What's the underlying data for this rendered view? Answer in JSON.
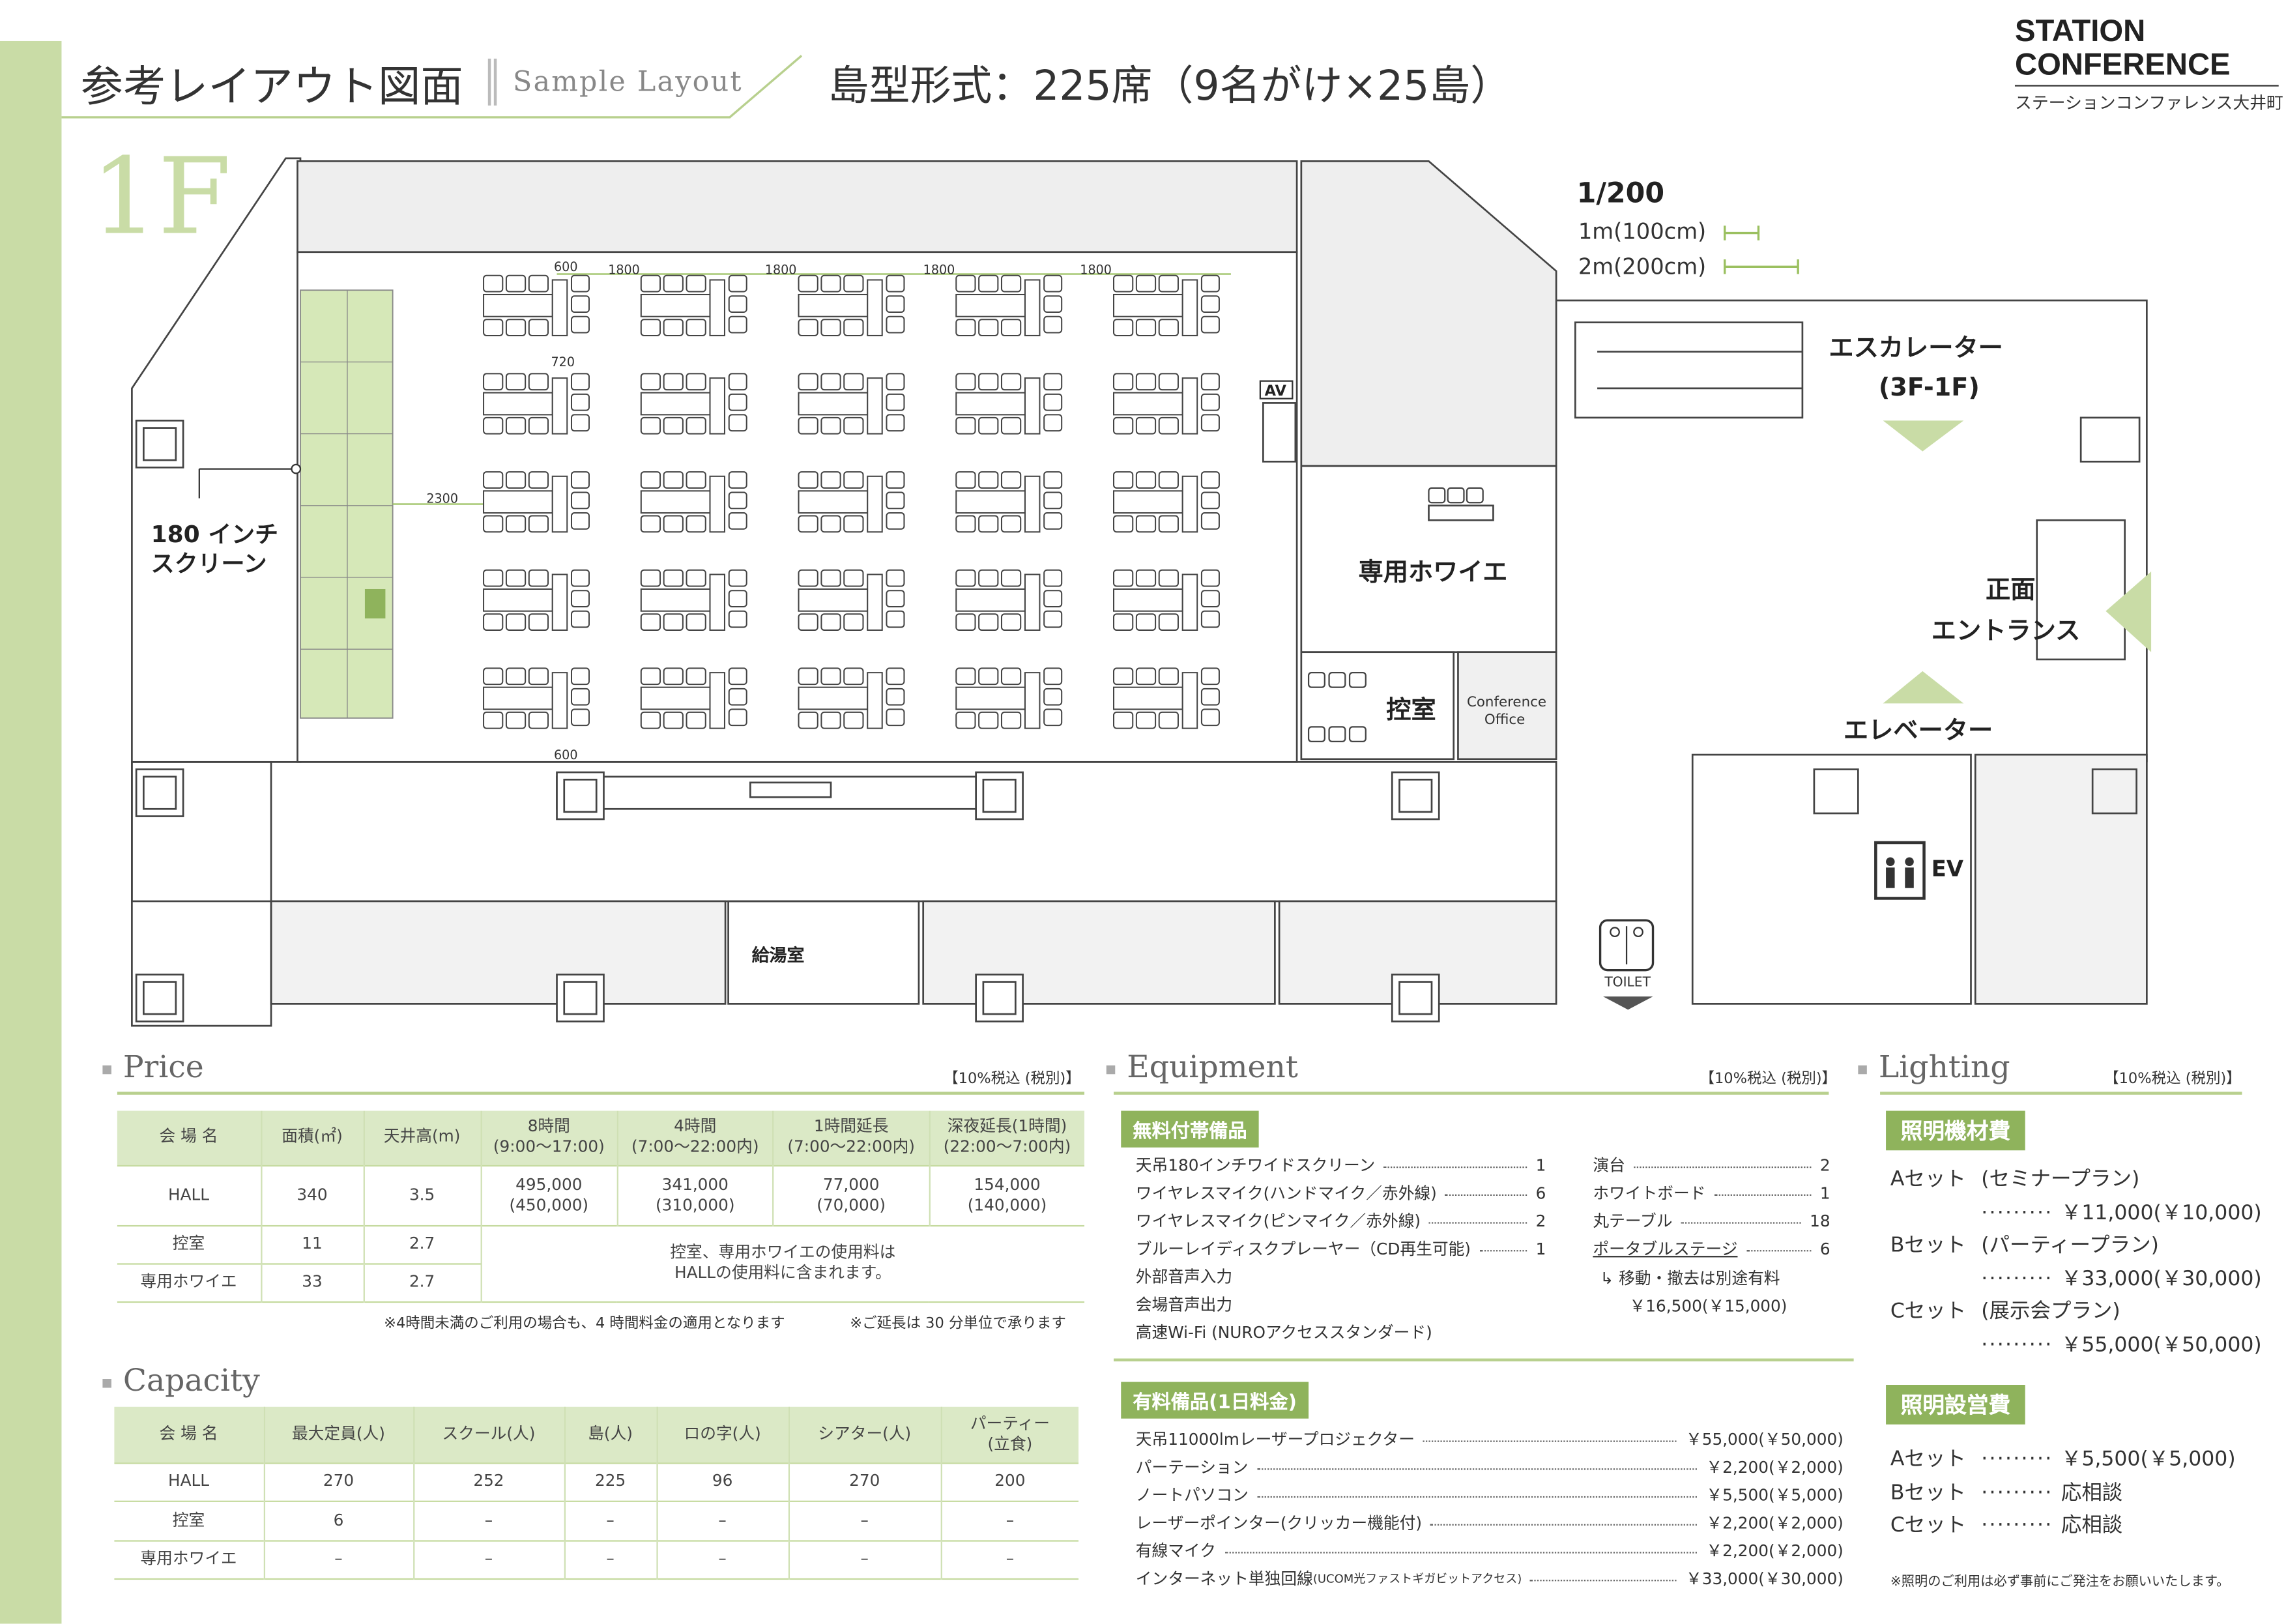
{
  "header": {
    "title": "参考レイアウト図面",
    "subtitle": "Sample Layout",
    "headline": "島型形式：225席（9名がけ×25島）",
    "logo_line1": "STATION",
    "logo_line2": "CONFERENCE",
    "logo_sub": "ステーションコンファレンス大井町",
    "floor": "1F"
  },
  "plan": {
    "scale": "1/200",
    "scale_1m": "1m(100cm)",
    "scale_2m": "2m(200cm)",
    "screen": [
      "180 インチ",
      "スクリーン"
    ],
    "foyer": "専用ホワイエ",
    "waiting": "控室",
    "office": [
      "Conference",
      "Office"
    ],
    "kitchen": "給湯室",
    "escalator": [
      "エスカレーター",
      "(3F-1F)"
    ],
    "entrance": [
      "正面",
      "エントランス"
    ],
    "elevator": "エレベーター",
    "ev": "EV",
    "toilet": "TOILET",
    "av": "AV",
    "dims": {
      "d600top": "600",
      "d1800": "1800",
      "d720": "720",
      "d2300": "2300",
      "d600bot": "600"
    },
    "island_columns": 5,
    "island_rows": 5
  },
  "price": {
    "heading": "Price",
    "tax": "【10%税込 (税別)】",
    "headers": [
      "会 場 名",
      "面積(㎡)",
      "天井高(m)",
      "8時間\n(9:00〜17:00)",
      "4時間\n(7:00〜22:00内)",
      "1時間延長\n(7:00〜22:00内)",
      "深夜延長(1時間)\n(22:00〜7:00内)"
    ],
    "hall": [
      "HALL",
      "340",
      "3.5",
      "495,000\n(450,000)",
      "341,000\n(310,000)",
      "77,000\n(70,000)",
      "154,000\n(140,000)"
    ],
    "waiting": [
      "控室",
      "11",
      "2.7"
    ],
    "foyer": [
      "専用ホワイエ",
      "33",
      "2.7"
    ],
    "included_note": "控室、専用ホワイエの使用料は\nHALLの使用料に含まれます。",
    "note1": "※4時間未満のご利用の場合も、4 時間料金の適用となります",
    "note2": "※ご延長は 30 分単位で承ります"
  },
  "capacity": {
    "heading": "Capacity",
    "headers": [
      "会 場 名",
      "最大定員(人)",
      "スクール(人)",
      "島(人)",
      "ロの字(人)",
      "シアター(人)",
      "パーティー\n(立食)"
    ],
    "rows": [
      [
        "HALL",
        "270",
        "252",
        "225",
        "96",
        "270",
        "200"
      ],
      [
        "控室",
        "6",
        "–",
        "–",
        "–",
        "–",
        "–"
      ],
      [
        "専用ホワイエ",
        "–",
        "–",
        "–",
        "–",
        "–",
        "–"
      ]
    ]
  },
  "equipment": {
    "heading": "Equipment",
    "tax": "【10%税込 (税別)】",
    "free_badge": "無料付帯備品",
    "free_left": [
      {
        "name": "天吊180インチワイドスクリーン",
        "qty": "1"
      },
      {
        "name": "ワイヤレスマイク(ハンドマイク／赤外線)",
        "qty": "6"
      },
      {
        "name": "ワイヤレスマイク(ピンマイク／赤外線)",
        "qty": "2"
      },
      {
        "name": "ブルーレイディスクプレーヤー（CD再生可能)",
        "qty": "1"
      },
      {
        "name": "外部音声入力",
        "qty": ""
      },
      {
        "name": "会場音声出力",
        "qty": ""
      },
      {
        "name": "高速Wi-Fi (NUROアクセススタンダード)",
        "qty": ""
      }
    ],
    "free_right": [
      {
        "name": "演台",
        "qty": "2"
      },
      {
        "name": "ホワイトボード",
        "qty": "1"
      },
      {
        "name": "丸テーブル",
        "qty": "18"
      },
      {
        "name": "ポータブルステージ",
        "qty": "6"
      }
    ],
    "stage_note": "移動・撤去は別途有料",
    "stage_price": "￥16,500(￥15,000)",
    "paid_badge": "有料備品(1日料金)",
    "paid": [
      {
        "name": "天吊11000lmレーザープロジェクター",
        "price": "￥55,000(￥50,000)"
      },
      {
        "name": "パーテーション",
        "price": "￥2,200(￥2,000)"
      },
      {
        "name": "ノートパソコン",
        "price": "￥5,500(￥5,000)"
      },
      {
        "name": "レーザーポインター(クリッカー機能付)",
        "price": "￥2,200(￥2,000)"
      },
      {
        "name": "有線マイク",
        "price": "￥2,200(￥2,000)"
      },
      {
        "name": "インターネット単独回線",
        "sub": "(UCOM光ファストギガビットアクセス)",
        "price": "￥33,000(￥30,000)"
      }
    ]
  },
  "lighting": {
    "heading": "Lighting",
    "tax": "【10%税込 (税別)】",
    "equip_badge": "照明機材費",
    "equip": [
      {
        "set": "Aセット",
        "plan": "(セミナープラン)",
        "price": "￥11,000(￥10,000)"
      },
      {
        "set": "Bセット",
        "plan": "(パーティープラン)",
        "price": "￥33,000(￥30,000)"
      },
      {
        "set": "Cセット",
        "plan": "(展示会プラン)",
        "price": "￥55,000(￥50,000)"
      }
    ],
    "ops_badge": "照明設営費",
    "ops": [
      {
        "set": "Aセット",
        "price": "￥5,500(￥5,000)"
      },
      {
        "set": "Bセット",
        "price": "応相談"
      },
      {
        "set": "Cセット",
        "price": "応相談"
      }
    ],
    "note": "※照明のご利用は必ず事前にご発注をお願いいたします。"
  },
  "colors": {
    "accent": "#8fb35c",
    "light": "#dbe9c6",
    "bar": "#c9dca6"
  }
}
